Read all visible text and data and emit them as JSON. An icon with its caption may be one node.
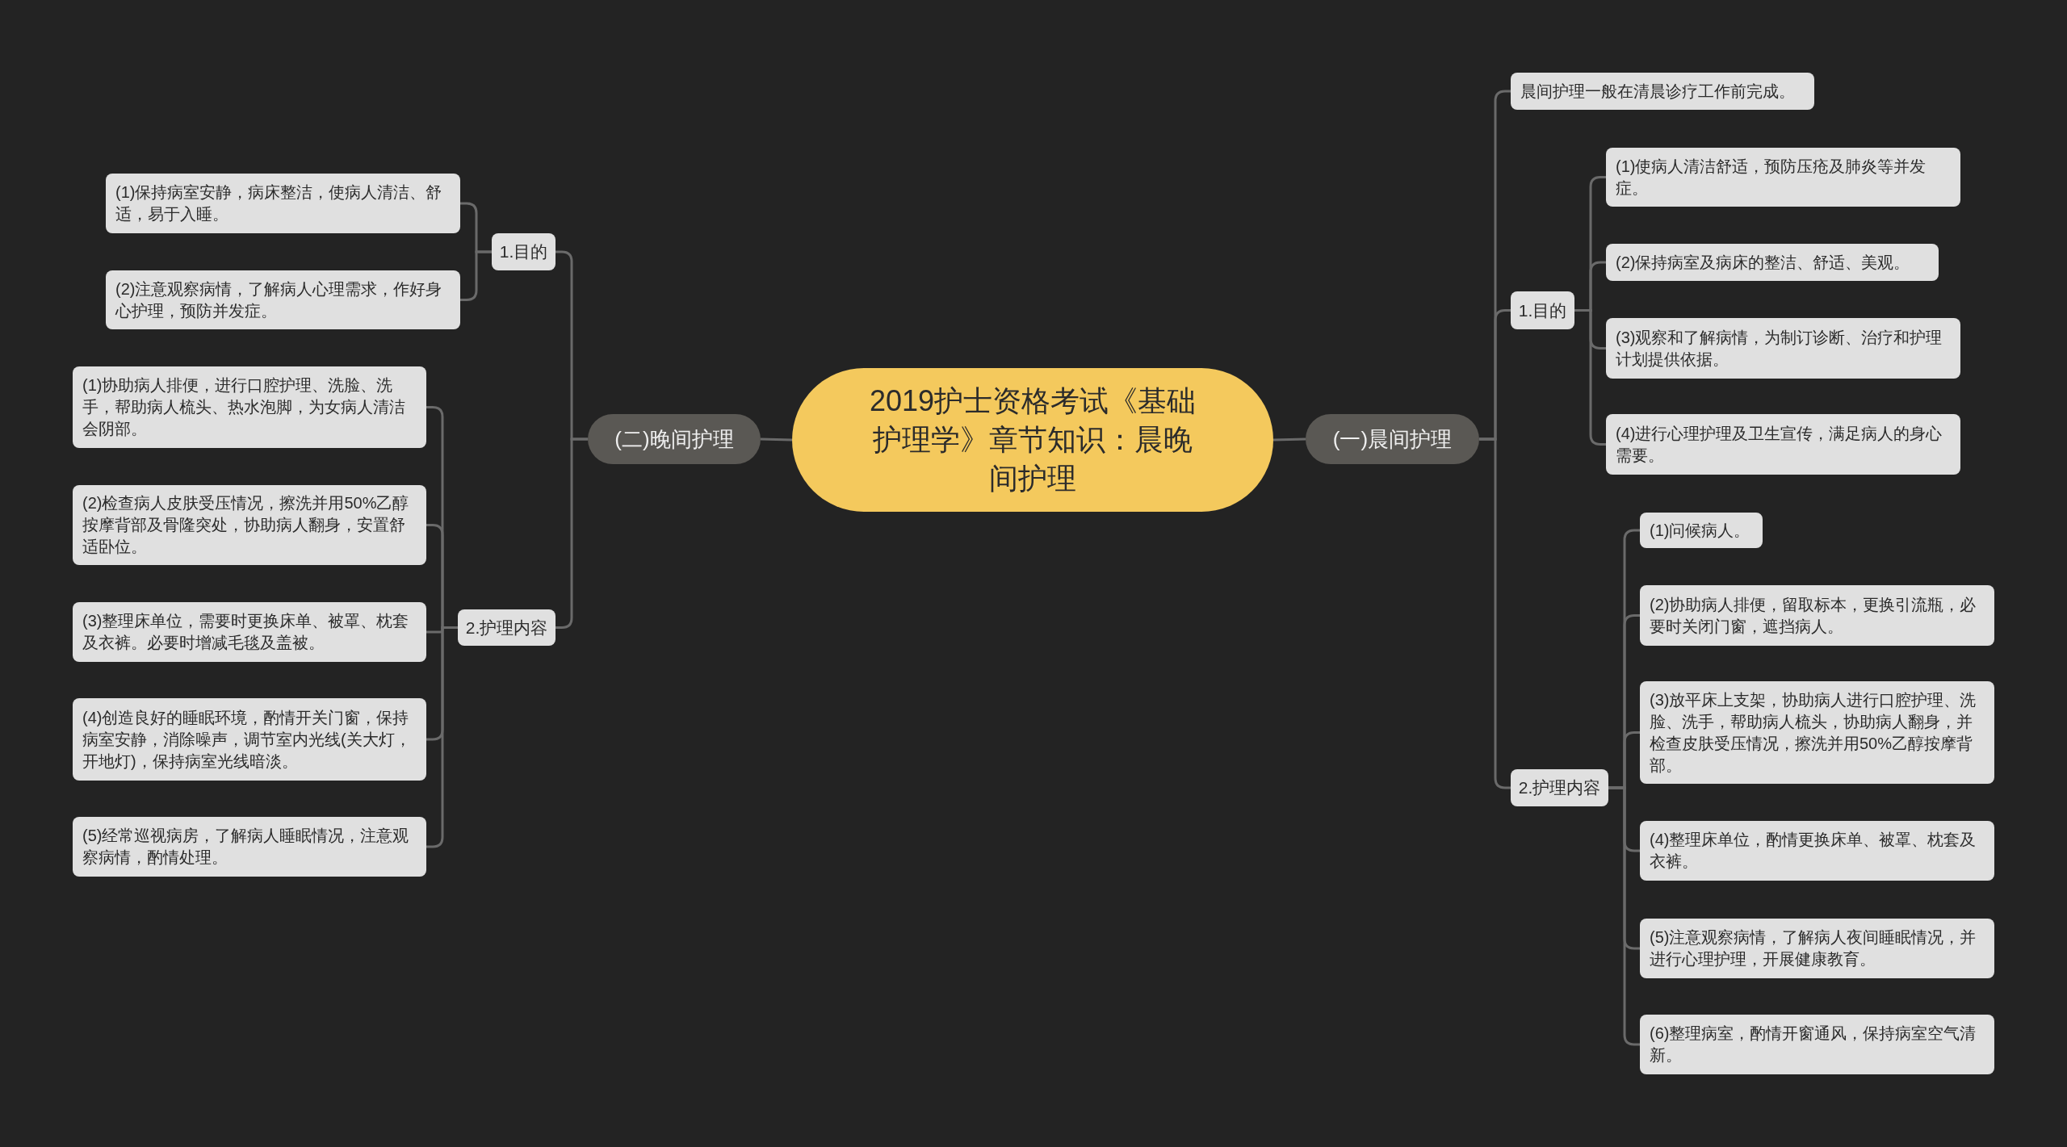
{
  "diagram": {
    "nodes": [
      {
        "text": [
          "2019护士资格考试《基础护理学》章节知识：晨晚间护理"
        ]
      },
      {
        "text": [
          "(一)晨间护理"
        ]
      },
      {
        "text": [
          "晨间护理一般在清晨诊疗工作前完成。"
        ]
      },
      {
        "text": [
          "1.目的"
        ]
      },
      {
        "text": [
          "(1)使病人清洁舒适，预防压疮及肺炎等并发症。"
        ]
      },
      {
        "text": [
          "(2)保持病室及病床的整洁、舒适、美观。"
        ]
      },
      {
        "text": [
          "(3)观察和了解病情，为制订诊断、治疗和护理计划提供依据。"
        ]
      },
      {
        "text": [
          "(4)进行心理护理及卫生宣传，满足病人的身心需要。"
        ]
      },
      {
        "text": [
          "2.护理内容"
        ]
      },
      {
        "text": [
          "(1)问候病人。"
        ]
      },
      {
        "text": [
          "(2)协助病人排便，留取标本，更换引流瓶，必要时关闭门窗，遮挡病人。"
        ]
      },
      {
        "text": [
          "(3)放平床上支架，协助病人进行口腔护理、洗脸、洗手，帮助病人梳头，协助病人翻身，并检查皮肤受压情况，擦洗并用50%乙醇按摩背部。"
        ]
      },
      {
        "text": [
          "(4)整理床单位，酌情更换床单、被罩、枕套及衣裤。"
        ]
      },
      {
        "text": [
          "(5)注意观察病情，了解病人夜间睡眠情况，并进行心理护理，开展健康教育。"
        ]
      },
      {
        "text": [
          "(6)整理病室，酌情开窗通风，保持病室空气清新。"
        ]
      },
      {
        "text": [
          "(二)晚间护理"
        ]
      },
      {
        "text": [
          "1.目的"
        ]
      },
      {
        "text": [
          "(1)保持病室安静，病床整洁，使病人清洁、舒适，易于入睡。"
        ]
      },
      {
        "text": [
          "(2)注意观察病情，了解病人心理需求，作好身心护理，预防并发症。"
        ]
      },
      {
        "text": [
          "2.护理内容"
        ]
      },
      {
        "text": [
          "(1)协助病人排便，进行口腔护理、洗脸、洗手，帮助病人梳头、热水泡脚，为女病人清洁会阴部。"
        ]
      },
      {
        "text": [
          "(2)检查病人皮肤受压情况，擦洗并用50%乙醇按摩背部及骨隆突处，协助病人翻身，安置舒适卧位。"
        ]
      },
      {
        "text": [
          "(3)整理床单位，需要时更换床单、被罩、枕套及衣裤。必要时增减毛毯及盖被。"
        ]
      },
      {
        "text": [
          "(4)创造良好的睡眠环境，酌情开关门窗，保持病室安静，消除噪声，调节室内光线(关大灯，开地灯)，保持病室光线暗淡。"
        ]
      },
      {
        "text": [
          "(5)经常巡视病房，了解病人睡眠情况，注意观察病情，酌情处理。"
        ]
      }
    ],
    "edges": [
      {
        "from": 0,
        "to": 1,
        "arrow": "none"
      },
      {
        "from": 1,
        "to": 2,
        "arrow": "none"
      },
      {
        "from": 1,
        "to": 3,
        "arrow": "none"
      },
      {
        "from": 3,
        "to": 4,
        "arrow": "none"
      },
      {
        "from": 3,
        "to": 5,
        "arrow": "none"
      },
      {
        "from": 3,
        "to": 6,
        "arrow": "none"
      },
      {
        "from": 3,
        "to": 7,
        "arrow": "none"
      },
      {
        "from": 1,
        "to": 8,
        "arrow": "none"
      },
      {
        "from": 8,
        "to": 9,
        "arrow": "none"
      },
      {
        "from": 8,
        "to": 10,
        "arrow": "none"
      },
      {
        "from": 8,
        "to": 11,
        "arrow": "none"
      },
      {
        "from": 8,
        "to": 12,
        "arrow": "none"
      },
      {
        "from": 8,
        "to": 13,
        "arrow": "none"
      },
      {
        "from": 8,
        "to": 14,
        "arrow": "none"
      },
      {
        "from": 0,
        "to": 15,
        "arrow": "none"
      },
      {
        "from": 15,
        "to": 16,
        "arrow": "none"
      },
      {
        "from": 16,
        "to": 17,
        "arrow": "none"
      },
      {
        "from": 16,
        "to": 18,
        "arrow": "none"
      },
      {
        "from": 15,
        "to": 19,
        "arrow": "none"
      },
      {
        "from": 19,
        "to": 20,
        "arrow": "none"
      },
      {
        "from": 19,
        "to": 21,
        "arrow": "none"
      },
      {
        "from": 19,
        "to": 22,
        "arrow": "none"
      },
      {
        "from": 19,
        "to": 23,
        "arrow": "none"
      },
      {
        "from": 19,
        "to": 24,
        "arrow": "none"
      }
    ]
  }
}
